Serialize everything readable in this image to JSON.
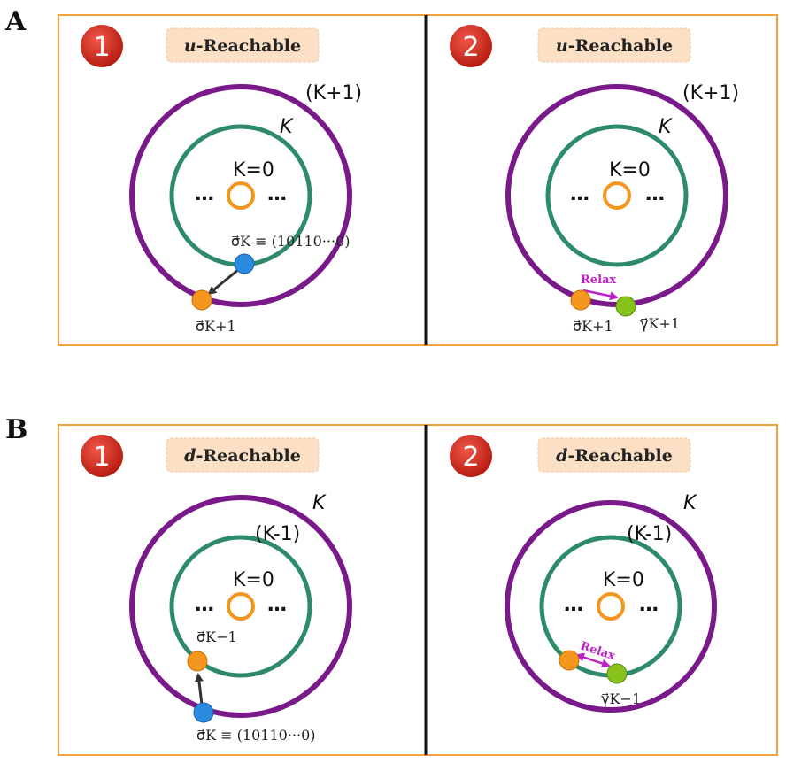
{
  "colors": {
    "frame": "#f2a23c",
    "outer_ring": "#7a1a8a",
    "inner_ring": "#2e8b6a",
    "core": "#f5961e",
    "blue_state": "#2b8be0",
    "orange_state": "#f5961e",
    "green_state": "#86c21a",
    "relax_arrow": "#c020c8",
    "badge": "#d42a1f",
    "tag_fill": "#fbe0c6"
  },
  "panels": [
    {
      "letter": "A",
      "subpanels": [
        {
          "badge": "1",
          "tag_prefix": "u",
          "tag_suffix": "-Reachable",
          "outer_label": "(K+1)",
          "inner_label": "K",
          "core_label": "K=0",
          "dots": "…",
          "state_from": "σ⃗K ≡ (10110···0)",
          "state_to": "σ⃗K+1"
        },
        {
          "badge": "2",
          "tag_prefix": "u",
          "tag_suffix": "-Reachable",
          "outer_label": "(K+1)",
          "inner_label": "K",
          "core_label": "K=0",
          "dots": "…",
          "state_from": "σ⃗K+1",
          "state_to": "γ⃗K+1",
          "relax_label": "Relax"
        }
      ]
    },
    {
      "letter": "B",
      "subpanels": [
        {
          "badge": "1",
          "tag_prefix": "d",
          "tag_suffix": "-Reachable",
          "outer_label": "K",
          "inner_label": "(K-1)",
          "core_label": "K=0",
          "dots": "…",
          "state_from": "σ⃗K ≡ (10110···0)",
          "state_to": "σ⃗K−1"
        },
        {
          "badge": "2",
          "tag_prefix": "d",
          "tag_suffix": "-Reachable",
          "outer_label": "K",
          "inner_label": "(K-1)",
          "core_label": "K=0",
          "dots": "…",
          "state_from": "σ⃗K−1",
          "state_to": "γ⃗K−1",
          "relax_label": "Relax"
        }
      ]
    }
  ]
}
